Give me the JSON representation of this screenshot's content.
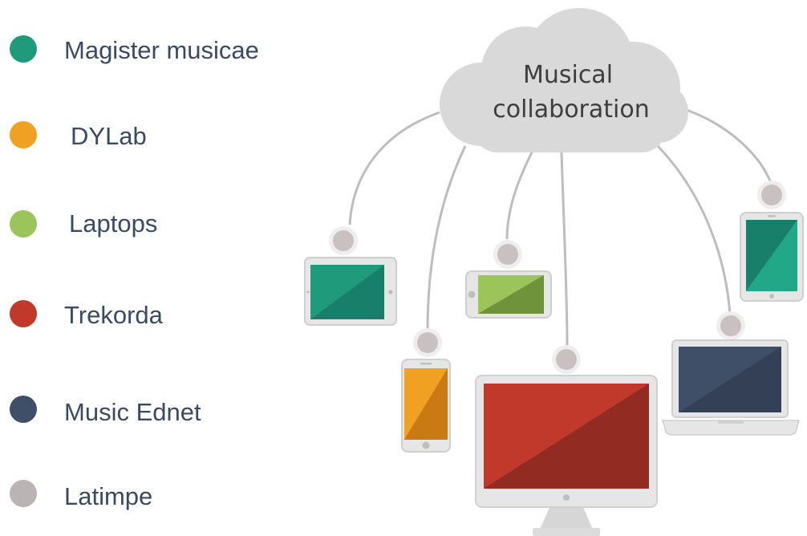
{
  "legend": {
    "items": [
      {
        "label": "Magister musicae",
        "color": "#1f9b7c"
      },
      {
        "label": "DYLab",
        "color": "#f0a123"
      },
      {
        "label": "Laptops",
        "color": "#9bc45a"
      },
      {
        "label": "Trekorda",
        "color": "#c0392b"
      },
      {
        "label": "Music Ednet",
        "color": "#3f4f68"
      },
      {
        "label": "Latimpe",
        "color": "#bbb4b4"
      }
    ]
  },
  "cloud": {
    "line1": "Musical",
    "line2": "collaboration",
    "color": "#d9d9d9"
  },
  "devices": {
    "tablet_left": {
      "type": "tablet-landscape",
      "color": "#1f9b7c"
    },
    "phone_landscape": {
      "type": "phone-landscape",
      "color": "#9bc45a"
    },
    "phone_portrait": {
      "type": "phone-portrait",
      "color": "#f0a123"
    },
    "desktop": {
      "type": "desktop-monitor",
      "color": "#c0392b"
    },
    "laptop": {
      "type": "laptop",
      "color": "#3f4f68"
    },
    "tablet_right": {
      "type": "tablet-portrait",
      "color": "#1f9b7c"
    }
  },
  "colors": {
    "connector": "#bdbdbd",
    "node_fill": "#c9c1c1",
    "node_ring": "#eeeeee",
    "device_frame": "#e6e6e6"
  }
}
